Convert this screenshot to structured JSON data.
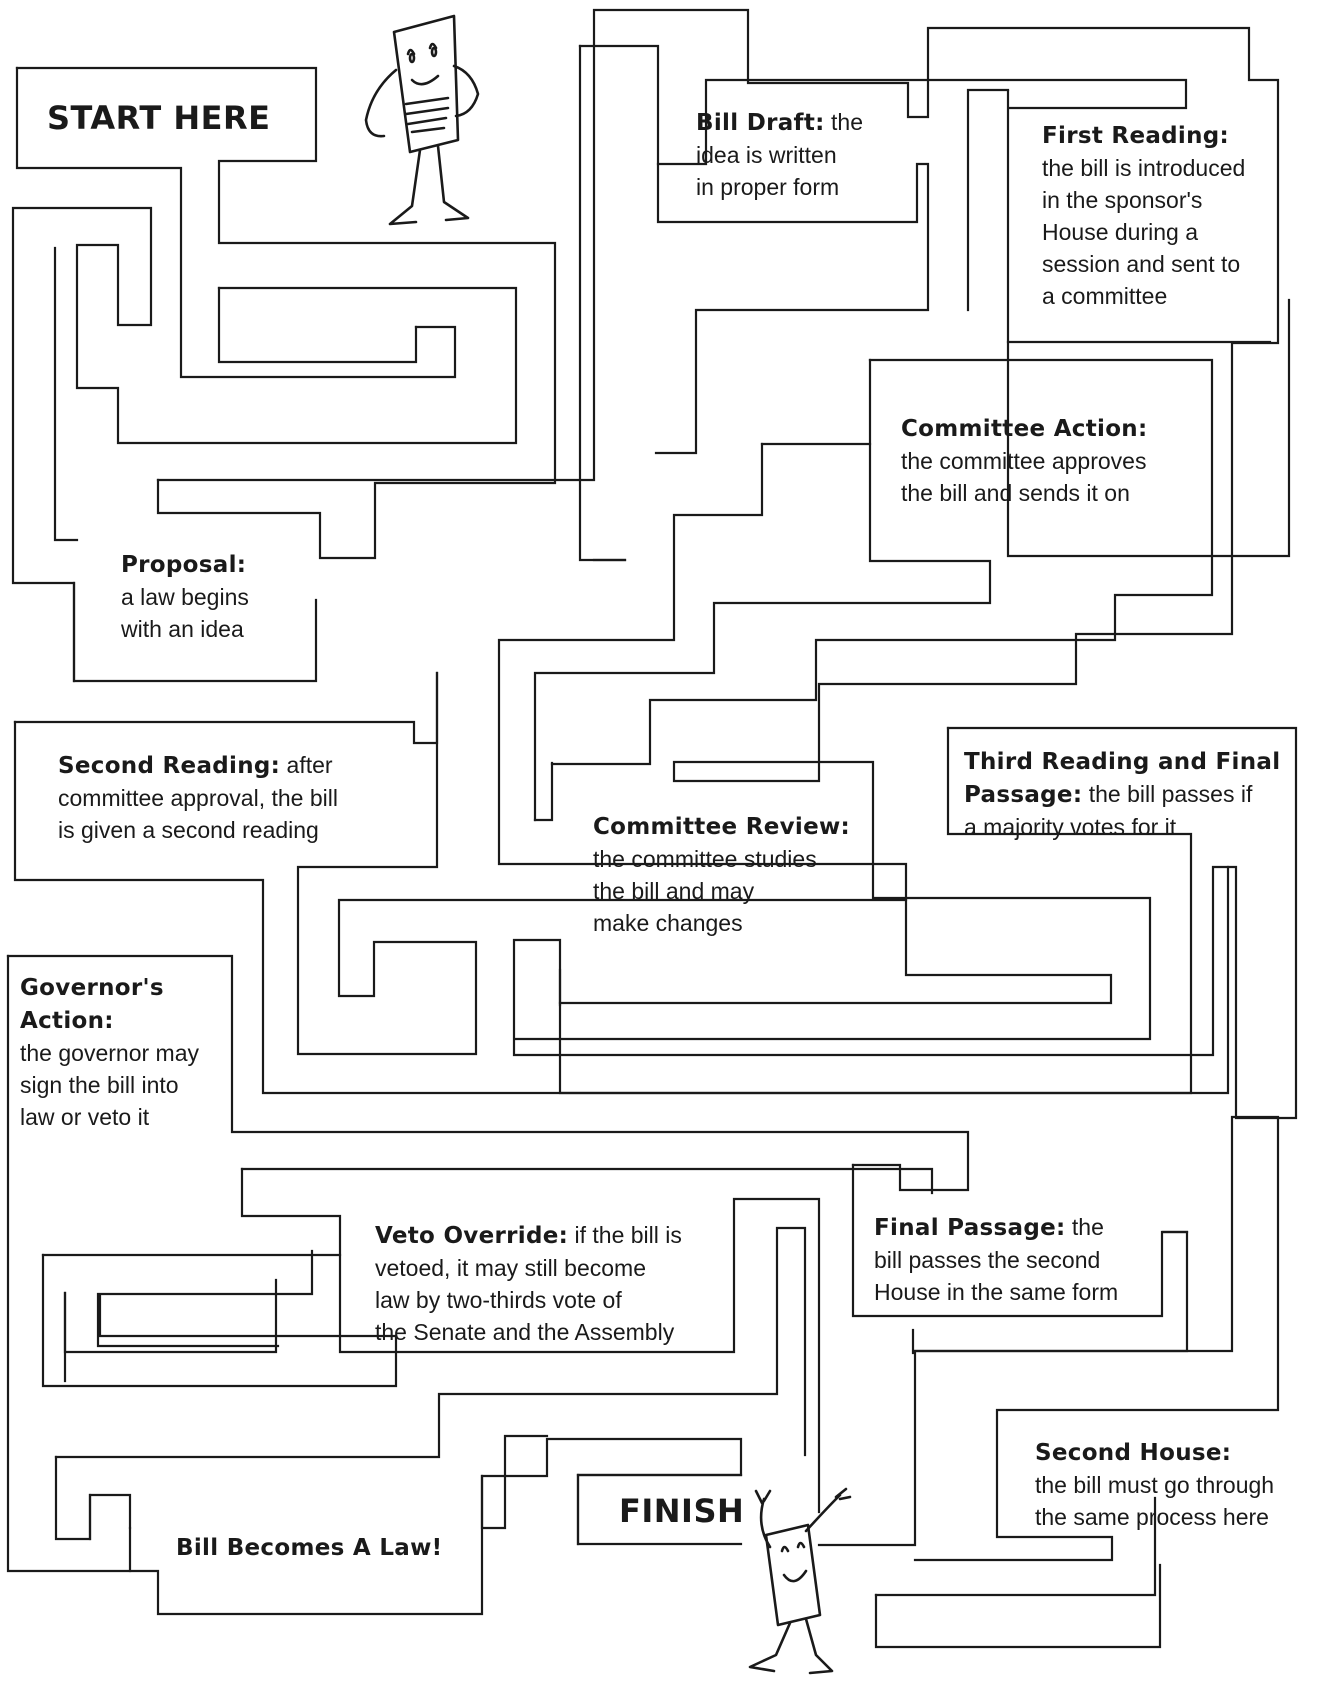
{
  "start_label": "START HERE",
  "finish_label": "FINISH",
  "end_label": "Bill Becomes A Law!",
  "steps": [
    {
      "title": "Proposal:",
      "lines": [
        "a law begins",
        "with an idea"
      ]
    },
    {
      "title": "Bill Draft:",
      "title_tail": " the",
      "lines": [
        "idea is written",
        "in proper form"
      ]
    },
    {
      "title": "First Reading:",
      "lines": [
        "the bill is introduced",
        "in the sponsor's",
        "House during a",
        "session and sent to",
        "a committee"
      ]
    },
    {
      "title": "Committee Action:",
      "lines": [
        "the committee approves",
        "the bill and sends it on"
      ]
    },
    {
      "title": "Committee Review:",
      "lines": [
        "the committee studies",
        "the bill and may",
        "make changes"
      ]
    },
    {
      "title": "Second Reading:",
      "title_tail": " after",
      "lines": [
        "committee approval, the bill",
        "is given a second reading"
      ]
    },
    {
      "title": "Third Reading and Final",
      "title2": "Passage:",
      "title2_tail": " the bill passes if",
      "lines": [
        "a majority votes for it"
      ]
    },
    {
      "title": "Governor's",
      "title2": "Action:",
      "lines": [
        "the governor may",
        "sign the bill into",
        "law or veto it"
      ]
    },
    {
      "title": "Final Passage:",
      "title_tail": " the",
      "lines": [
        "bill passes the second",
        "House in the same form"
      ]
    },
    {
      "title": "Veto Override:",
      "title_tail": " if the bill is",
      "lines": [
        "vetoed, it may still become",
        "law by two-thirds vote of",
        "the Senate and the Assembly"
      ]
    },
    {
      "title": "Second House:",
      "lines": [
        "the bill must go through",
        "the same process here"
      ]
    }
  ],
  "icons": {
    "start_character": "bill-character-icon",
    "finish_character": "cheering-bill-icon"
  }
}
